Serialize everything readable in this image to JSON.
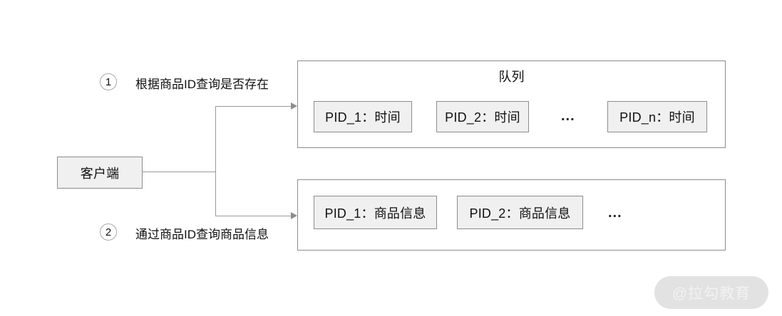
{
  "diagram": {
    "client": {
      "label": "客户端"
    },
    "steps": [
      {
        "marker": "1",
        "label": "根据商品ID查询是否存在"
      },
      {
        "marker": "2",
        "label": "通过商品ID查询商品信息"
      }
    ],
    "queue_container": {
      "title": "队列",
      "items": [
        {
          "label": "PID_1：时间"
        },
        {
          "label": "PID_2：时间"
        },
        {
          "label": "PID_n：时间"
        }
      ],
      "ellipsis": "..."
    },
    "cache_container": {
      "title": "",
      "items": [
        {
          "label": "PID_1：商品信息"
        },
        {
          "label": "PID_2：商品信息"
        }
      ],
      "ellipsis": "..."
    },
    "watermark": {
      "text": "@拉勾教育"
    },
    "colors": {
      "node_fill": "#f0f0f0",
      "node_border": "#8c8c8c",
      "line": "#9a9a9a",
      "text": "#111111",
      "watermark_bg": "#e2e2e2",
      "watermark_text": "#f2f2f2",
      "background": "#ffffff"
    }
  }
}
